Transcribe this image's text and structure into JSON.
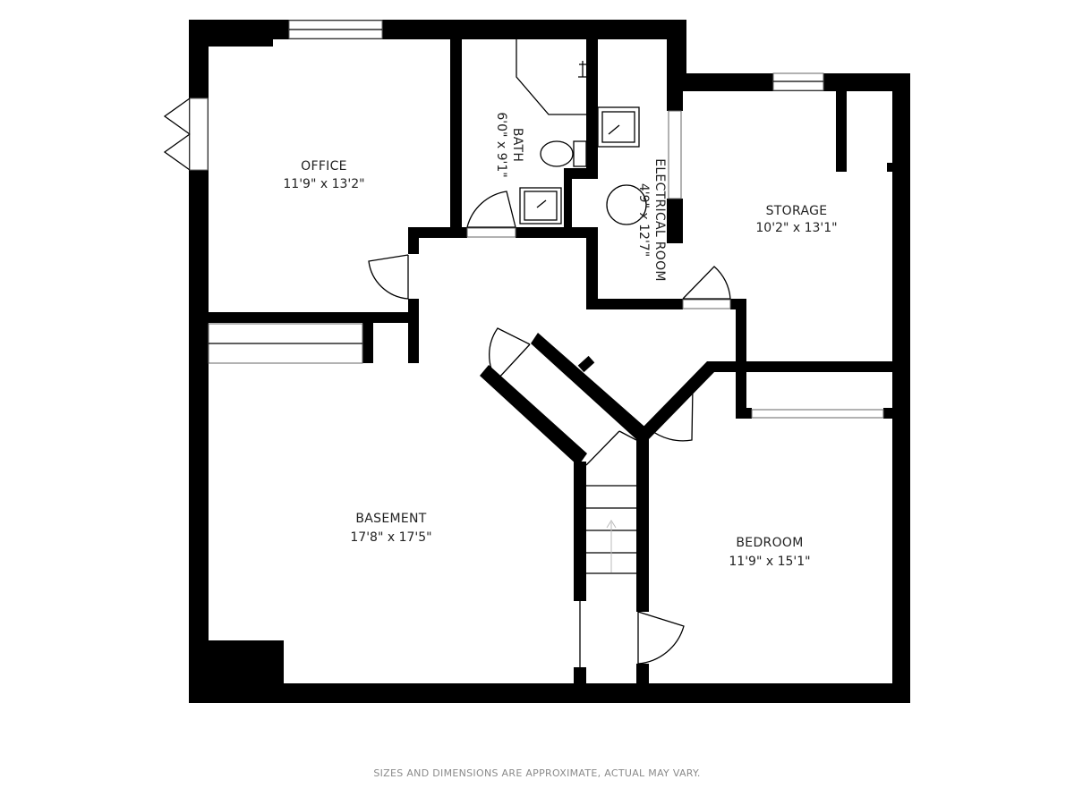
{
  "colors": {
    "wall": "#000000",
    "background": "#ffffff",
    "text": "#222222",
    "disclaimer": "#8a8a8a"
  },
  "rooms": {
    "office": {
      "name": "OFFICE",
      "dims": "11'9\" x 13'2\""
    },
    "bath": {
      "name": "BATH",
      "dims": "6'0\" x 9'1\""
    },
    "electrical": {
      "name": "ELECTRICAL ROOM",
      "dims": "4'9\" x 12'7\""
    },
    "storage": {
      "name": "STORAGE",
      "dims": "10'2\" x 13'1\""
    },
    "basement": {
      "name": "BASEMENT",
      "dims": "17'8\" x 17'5\""
    },
    "bedroom": {
      "name": "BEDROOM",
      "dims": "11'9\" x 15'1\""
    }
  },
  "disclaimer": "SIZES AND DIMENSIONS ARE APPROXIMATE, ACTUAL MAY VARY."
}
